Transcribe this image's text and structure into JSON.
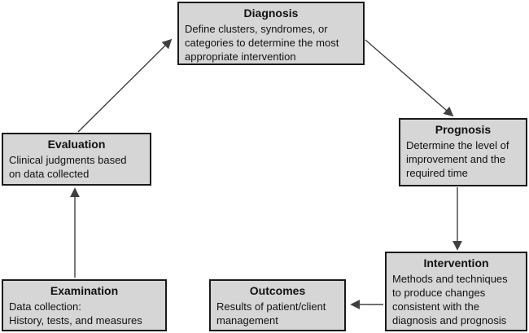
{
  "diagram": {
    "description": "Patient/client management cycle flow diagram",
    "nodes": {
      "diagnosis": {
        "title": "Diagnosis",
        "body": "Define clusters, syndromes, or\ncategories to determine the most\nappropriate intervention"
      },
      "prognosis": {
        "title": "Prognosis",
        "body": "Determine the level of\nimprovement and the\nrequired time"
      },
      "evaluation": {
        "title": "Evaluation",
        "body": "Clinical judgments based\non data collected"
      },
      "intervention": {
        "title": "Intervention",
        "body": "Methods and techniques\nto produce changes\nconsistent with the\ndiagnosis and prognosis"
      },
      "examination": {
        "title": "Examination",
        "body": "Data collection:\nHistory, tests, and measures"
      },
      "outcomes": {
        "title": "Outcomes",
        "body": "Results of patient/client\nmanagement"
      }
    },
    "edges": [
      {
        "from": "Examination",
        "to": "Evaluation"
      },
      {
        "from": "Evaluation",
        "to": "Diagnosis"
      },
      {
        "from": "Diagnosis",
        "to": "Prognosis"
      },
      {
        "from": "Prognosis",
        "to": "Intervention"
      },
      {
        "from": "Intervention",
        "to": "Outcomes"
      }
    ],
    "colors": {
      "box_fill": "#d6d6d6",
      "box_border": "#1a1a1a",
      "arrow": "#404040",
      "text": "#111111",
      "background": "#ffffff"
    }
  }
}
